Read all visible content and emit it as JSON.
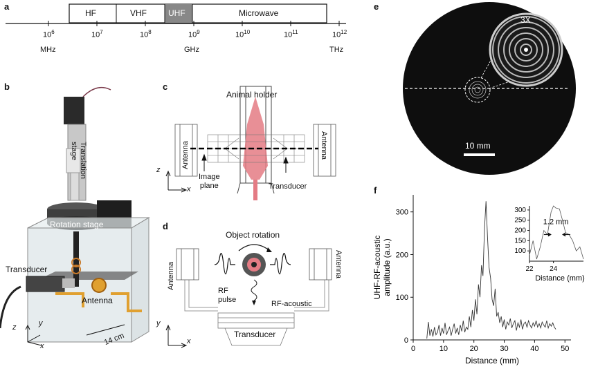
{
  "panel_a": {
    "letter": "a",
    "bands": [
      "HF",
      "VHF",
      "UHF",
      "Microwave"
    ],
    "ticks": [
      "10",
      "10",
      "10",
      "10",
      "10",
      "10",
      "10"
    ],
    "exponents": [
      "6",
      "7",
      "8",
      "9",
      "10",
      "11",
      "12"
    ],
    "units": [
      "MHz",
      "GHz",
      "THz"
    ]
  },
  "panel_b": {
    "letter": "b",
    "translation_stage": "Translation\nstage",
    "rotation_stage": "Rotation stage",
    "transducer": "Transducer",
    "antenna": "Antenna",
    "size": "14 cm",
    "axes": [
      "z",
      "y",
      "x"
    ]
  },
  "panel_c": {
    "letter": "c",
    "animal_holder": "Animal holder",
    "antenna_left": "Antenna",
    "antenna_right": "Antenna",
    "image_plane": "Image\nplane",
    "transducer": "Transducer",
    "axes": [
      "z",
      "x"
    ]
  },
  "panel_d": {
    "letter": "d",
    "object_rotation": "Object rotation",
    "antenna_left": "Antenna",
    "antenna_right": "Antenna",
    "rf_pulse": "RF\npulse",
    "rf_acoustic": "RF-acoustic",
    "transducer": "Transducer",
    "axes": [
      "y",
      "x"
    ]
  },
  "panel_e": {
    "letter": "e",
    "zoom": "3X",
    "scale_bar": "10 mm"
  },
  "panel_f": {
    "letter": "f",
    "chart_data": [
      {
        "type": "line",
        "xlabel": "Distance (mm)",
        "ylabel": "UHF-RF-acoustic\namplitude (a.u.)",
        "xlim": [
          0,
          52
        ],
        "ylim": [
          0,
          340
        ],
        "xticks": [
          0,
          10,
          20,
          30,
          40,
          50
        ],
        "yticks": [
          0,
          100,
          200,
          300
        ],
        "x": [
          4.5,
          5,
          5.5,
          6,
          6.5,
          7,
          7.5,
          8,
          8.5,
          9,
          9.5,
          10,
          10.5,
          11,
          11.5,
          12,
          12.5,
          13,
          13.5,
          14,
          14.5,
          15,
          15.5,
          16,
          16.5,
          17,
          17.5,
          18,
          18.5,
          19,
          19.5,
          20,
          20.5,
          21,
          21.5,
          22,
          22.5,
          23,
          23.5,
          24,
          24.5,
          25,
          25.5,
          26,
          26.5,
          27,
          27.5,
          28,
          28.5,
          29,
          29.5,
          30,
          30.5,
          31,
          31.5,
          32,
          32.5,
          33,
          33.5,
          34,
          34.5,
          35,
          35.5,
          36,
          36.5,
          37,
          37.5,
          38,
          38.5,
          39,
          39.5,
          40,
          40.5,
          41,
          41.5,
          42,
          42.5,
          43,
          43.5,
          44,
          44.5,
          45,
          45.5,
          46,
          46.5,
          47
        ],
        "values": [
          3,
          42,
          10,
          25,
          8,
          30,
          12,
          18,
          35,
          10,
          28,
          15,
          40,
          12,
          22,
          30,
          10,
          25,
          38,
          15,
          28,
          12,
          35,
          20,
          45,
          18,
          30,
          25,
          55,
          30,
          70,
          45,
          95,
          60,
          130,
          100,
          175,
          150,
          260,
          325,
          240,
          170,
          145,
          95,
          80,
          120,
          55,
          65,
          40,
          55,
          30,
          48,
          25,
          42,
          35,
          50,
          28,
          38,
          45,
          22,
          40,
          30,
          48,
          25,
          38,
          42,
          30,
          45,
          35,
          28,
          40,
          32,
          45,
          30,
          38,
          28,
          42,
          35,
          30,
          45,
          28,
          38,
          32,
          40,
          30,
          25
        ]
      },
      {
        "type": "line",
        "xlabel": "Distance (mm)",
        "xlim": [
          22,
          26.5
        ],
        "ylim": [
          50,
          320
        ],
        "xticks": [
          22,
          24
        ],
        "yticks": [
          100,
          150,
          200,
          250,
          300
        ],
        "annotation": "1.2 mm",
        "x": [
          22,
          22.3,
          22.6,
          22.9,
          23.2,
          23.5,
          23.8,
          24,
          24.2,
          24.5,
          24.8,
          25,
          25.3,
          25.6,
          25.9,
          26.2,
          26.5
        ],
        "values": [
          80,
          150,
          60,
          120,
          200,
          180,
          290,
          320,
          310,
          305,
          240,
          190,
          180,
          150,
          100,
          120,
          60
        ]
      }
    ]
  }
}
